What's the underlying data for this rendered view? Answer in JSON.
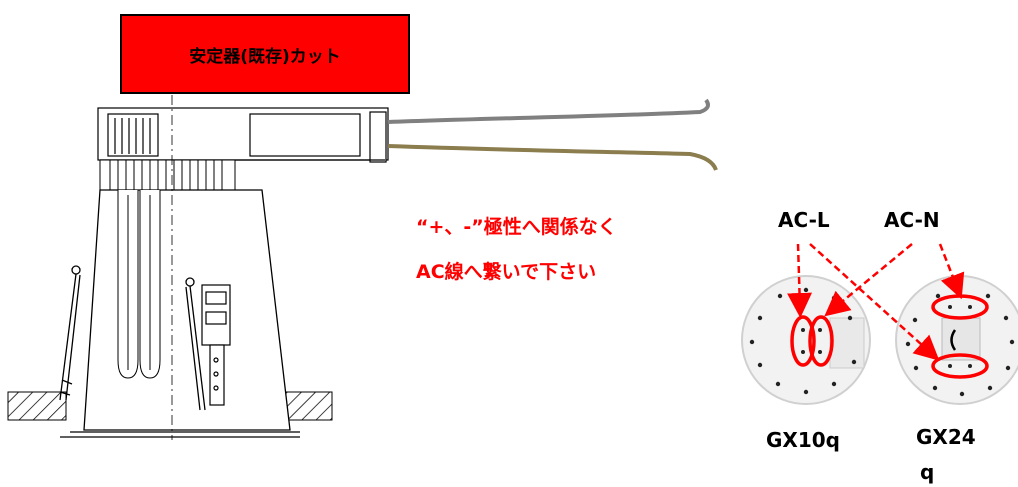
{
  "banner": {
    "label": "安定器(既存)カット",
    "color": "#ff0000"
  },
  "note": {
    "line1": "“+、-”極性へ関係なく",
    "line2": "AC線へ繋いで下さい",
    "color": "#ff0000"
  },
  "wires": {
    "gray": "#808080",
    "olive": "#8b7d4e"
  },
  "terminals": {
    "ac_l": "AC-L",
    "ac_n": "AC-N"
  },
  "sockets": [
    {
      "name": "GX10q",
      "label": "GX10q"
    },
    {
      "name": "GX24q",
      "label_line1": "GX24",
      "label_line2": "q"
    }
  ]
}
